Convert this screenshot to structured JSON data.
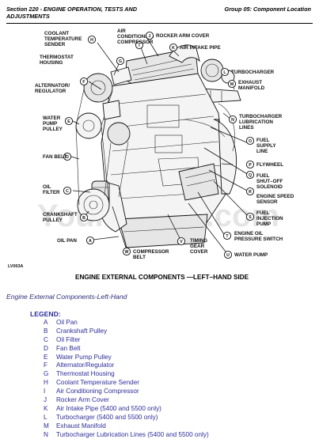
{
  "header": {
    "section": "Section 220 - ENGINE OPERATION, TESTS AND ADJUSTMENTS",
    "group": "Group 05: Component Location"
  },
  "diagram": {
    "figure_id": "LV003A",
    "title": "ENGINE EXTERNAL COMPONENTS —LEFT–HAND SIDE",
    "watermark": "YouFixThis.com",
    "labels": {
      "A": "OIL PAN",
      "B": [
        "CRANKSHAFT",
        "PULLEY"
      ],
      "C": [
        "OIL",
        "FILTER"
      ],
      "D": "FAN BELT",
      "E": [
        "WATER",
        "PUMP",
        "PULLEY"
      ],
      "F": [
        "ALTERNATOR/",
        "REGULATOR"
      ],
      "G": [
        "THERMOSTAT",
        "HOUSING"
      ],
      "H": [
        "COOLANT",
        "TEMPERATURE",
        "SENDER"
      ],
      "I": [
        "AIR",
        "CONDITIONING",
        "COMPRESSOR"
      ],
      "J": "ROCKER ARM COVER",
      "K": "AIR INTAKE PIPE",
      "L": "TURBOCHARGER",
      "M": [
        "EXHAUST",
        "MANIFOLD"
      ],
      "N": [
        "TURBOCHARGER",
        "LUBRICATION",
        "LINES"
      ],
      "O": [
        "FUEL",
        "SUPPLY",
        "LINE"
      ],
      "P": "FLYWHEEL",
      "Q": [
        "FUEL",
        "SHUT–OFF",
        "SOLENOID"
      ],
      "R": [
        "ENGINE SPEED",
        "SENSOR"
      ],
      "S": [
        "FUEL",
        "INJECTION",
        "PUMP"
      ],
      "T": [
        "ENGINE OIL",
        "PRESSURE SWITCH"
      ],
      "U": "WATER PUMP",
      "V": [
        "TIMING",
        "GEAR",
        "COVER"
      ],
      "W": [
        "COMPRESSOR",
        "BELT"
      ]
    }
  },
  "caption": "Engine External Components-Left-Hand",
  "legend": {
    "title": "LEGEND:",
    "items": [
      {
        "key": "A",
        "text": "Oil Pan"
      },
      {
        "key": "B",
        "text": "Crankshaft Pulley"
      },
      {
        "key": "C",
        "text": "Oil Filter"
      },
      {
        "key": "D",
        "text": "Fan Belt"
      },
      {
        "key": "E",
        "text": "Water Pump Pulley"
      },
      {
        "key": "F",
        "text": "Alternator/Regulator"
      },
      {
        "key": "G",
        "text": "Thermostat Housing"
      },
      {
        "key": "H",
        "text": "Coolant Temperature Sender"
      },
      {
        "key": "I",
        "text": "Air Conditioning Compressor"
      },
      {
        "key": "J",
        "text": "Rocker Arm Cover"
      },
      {
        "key": "K",
        "text": "Air Intake Pipe (5400 and 5500 only)"
      },
      {
        "key": "L",
        "text": "Turbocharger (5400 and 5500 only)"
      },
      {
        "key": "M",
        "text": "Exhaust Manifold"
      },
      {
        "key": "N",
        "text": "Turbocharger Lubrication Lines (5400 and 5500 only)"
      }
    ]
  }
}
